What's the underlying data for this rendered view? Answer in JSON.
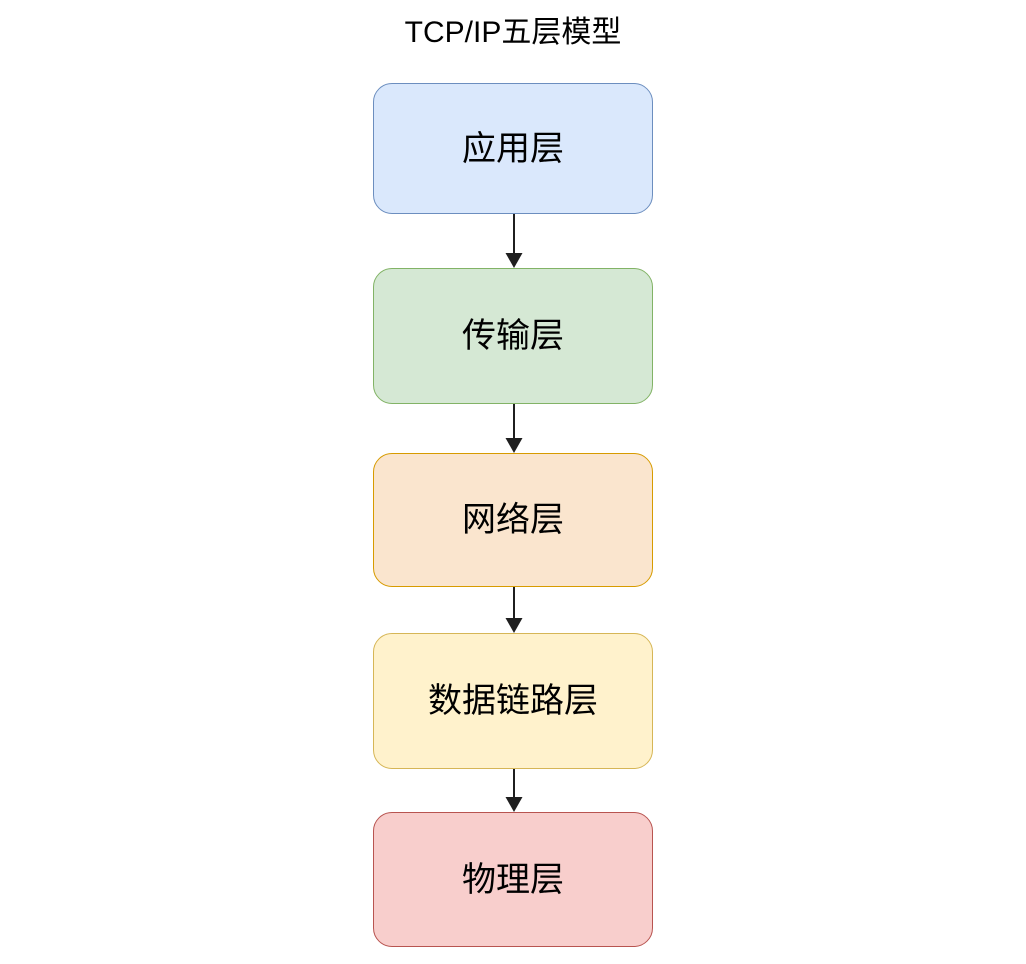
{
  "diagram": {
    "title": "TCP/IP五层模型",
    "type": "flowchart",
    "orientation": "top-to-bottom",
    "background_color": "#ffffff",
    "nodes": [
      {
        "id": "application",
        "label": "应用层",
        "fill": "#dae8fc",
        "stroke": "#6c8ebf"
      },
      {
        "id": "transport",
        "label": "传输层",
        "fill": "#d5e8d4",
        "stroke": "#82b366"
      },
      {
        "id": "network",
        "label": "网络层",
        "fill": "#fae5ce",
        "stroke": "#d79b00"
      },
      {
        "id": "data-link",
        "label": "数据链路层",
        "fill": "#fff2cc",
        "stroke": "#d6b656"
      },
      {
        "id": "physical",
        "label": "物理层",
        "fill": "#f8cecc",
        "stroke": "#b85450"
      }
    ],
    "edges": [
      {
        "from": "application",
        "to": "transport",
        "label": "",
        "arrow": "down-arrow",
        "color": "#1f1f1f"
      },
      {
        "from": "transport",
        "to": "network",
        "label": "",
        "arrow": "down-arrow",
        "color": "#1f1f1f"
      },
      {
        "from": "network",
        "to": "data-link",
        "label": "",
        "arrow": "down-arrow",
        "color": "#1f1f1f"
      },
      {
        "from": "data-link",
        "to": "physical",
        "label": "",
        "arrow": "down-arrow",
        "color": "#1f1f1f"
      }
    ]
  }
}
